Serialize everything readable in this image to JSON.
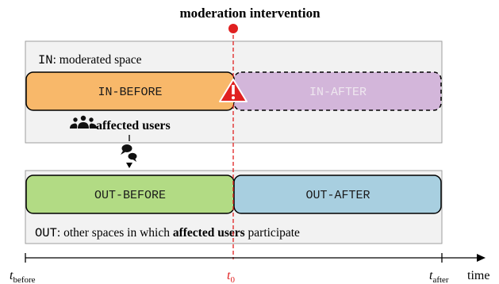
{
  "title": "moderation intervention",
  "in_space": {
    "label_code": "IN",
    "label_text": ": moderated space",
    "before_label": "IN-BEFORE",
    "after_label": "IN-AFTER"
  },
  "affected": {
    "label": "affected users",
    "icon": "users-icon"
  },
  "out_space": {
    "label_code": "OUT",
    "label_text_pre": ": other spaces in which ",
    "label_bold": "affected users",
    "label_text_post": " participate",
    "before_label": "OUT-BEFORE",
    "after_label": "OUT-AFTER"
  },
  "timeline": {
    "t_before_main": "t",
    "t_before_sub": "before",
    "t0_main": "t",
    "t0_sub": "0",
    "t_after_main": "t",
    "t_after_sub": "after",
    "axis_label": "time"
  },
  "colors": {
    "in_before_fill": "#f8b86a",
    "in_after_fill": "#d3b6da",
    "out_before_fill": "#b2db84",
    "out_after_fill": "#a8cfe0",
    "panel_fill": "#f2f2f2",
    "panel_stroke": "#9e9e9e",
    "intervention_red": "#e02020",
    "warning_red": "#e02020"
  }
}
